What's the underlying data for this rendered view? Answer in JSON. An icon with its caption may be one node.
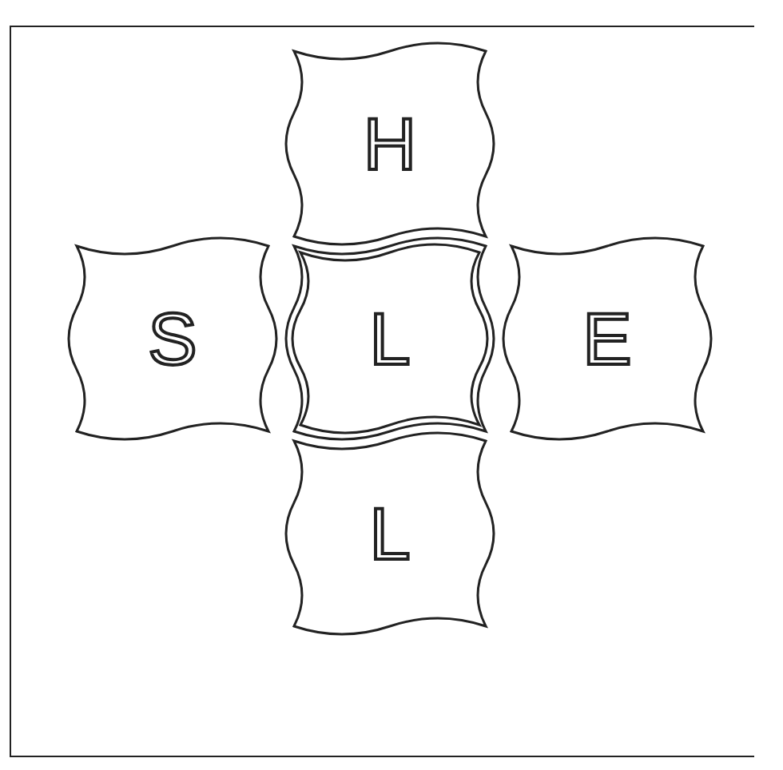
{
  "diagram": {
    "nodes": [
      {
        "text": [
          "H"
        ]
      },
      {
        "text": [
          "S"
        ]
      },
      {
        "text": [
          "L"
        ]
      },
      {
        "text": [
          "E"
        ]
      },
      {
        "text": [
          "L"
        ]
      }
    ]
  }
}
